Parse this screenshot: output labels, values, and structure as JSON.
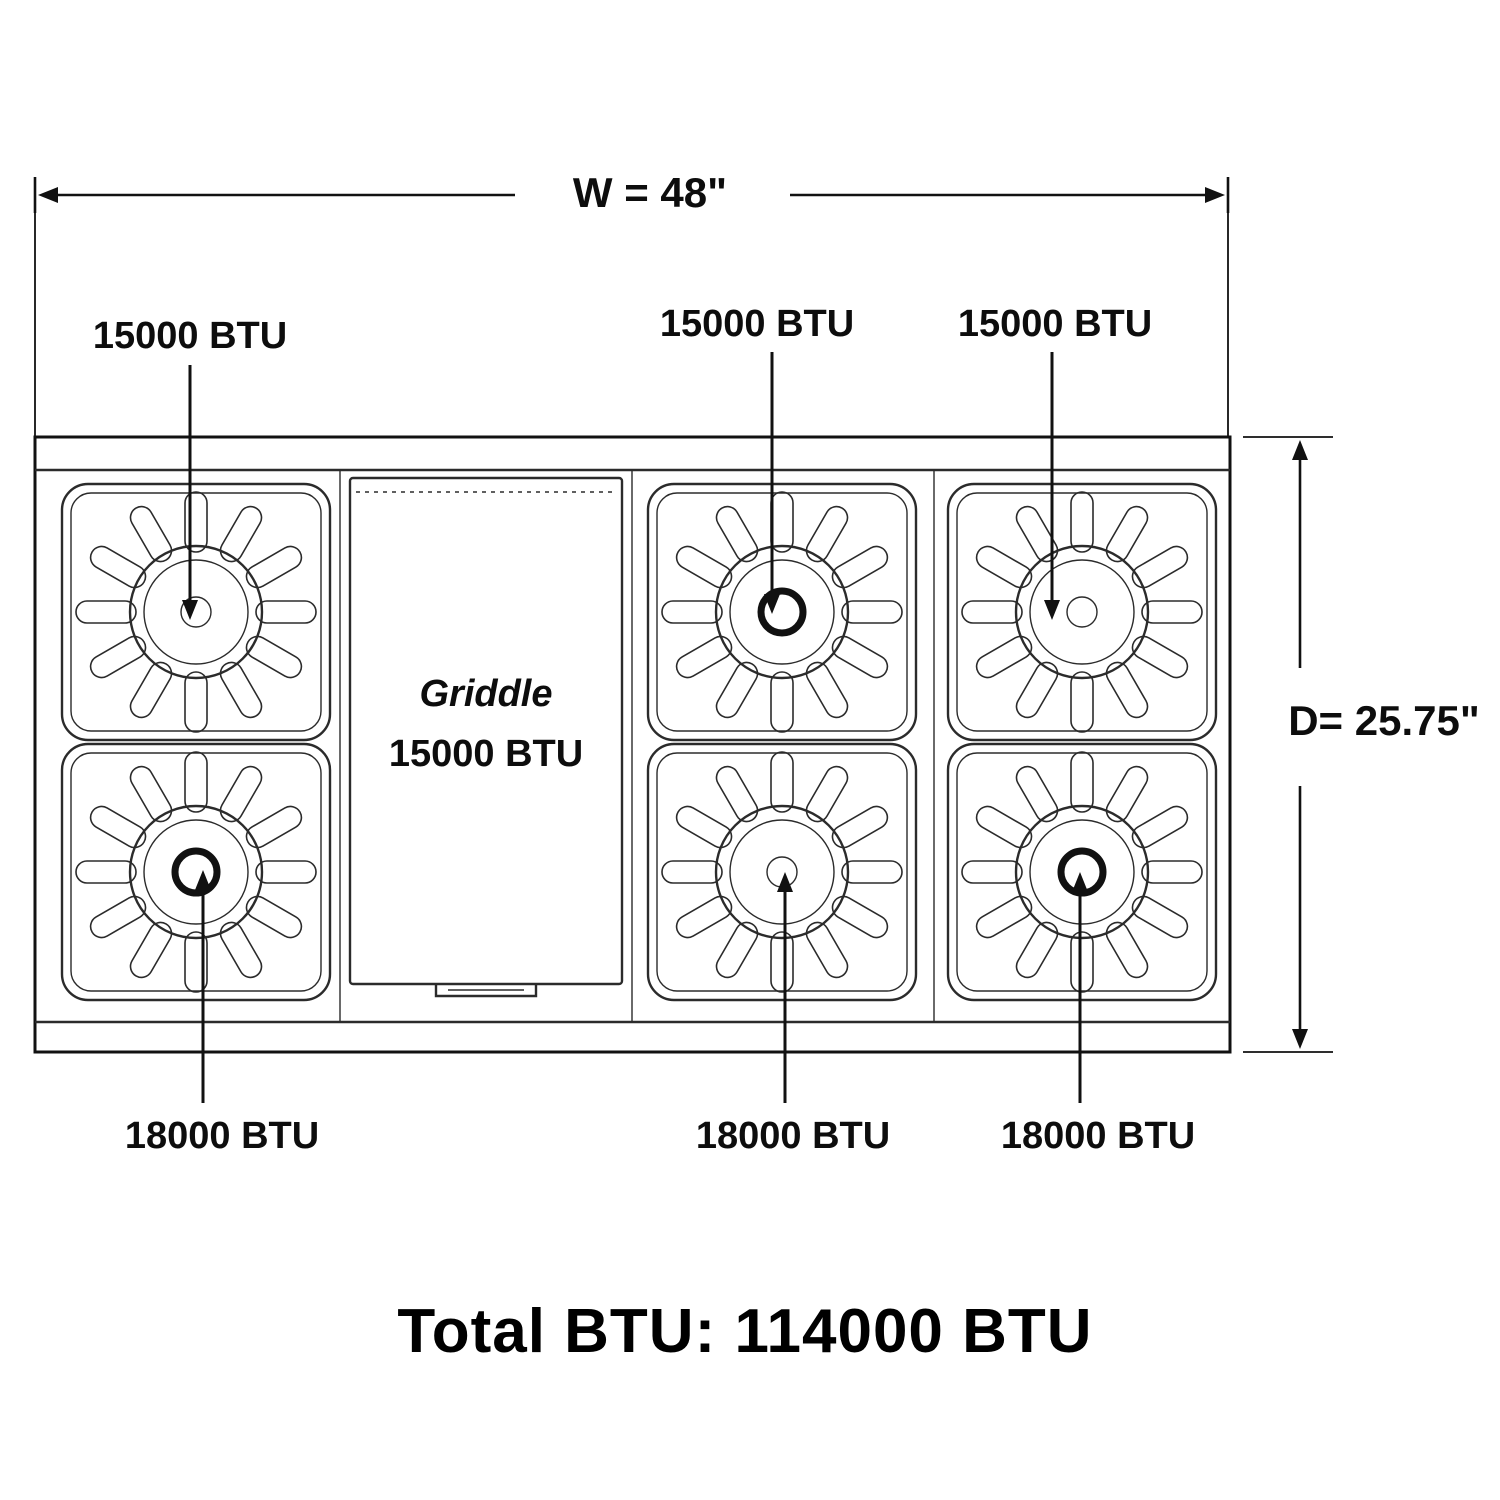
{
  "dimensions": {
    "width": "W = 48\"",
    "depth": "D= 25.75\""
  },
  "burner_labels": {
    "top": [
      "15000 BTU",
      "15000 BTU",
      "15000 BTU"
    ],
    "bottom": [
      "18000 BTU",
      "18000 BTU",
      "18000 BTU"
    ]
  },
  "griddle": {
    "label": "Griddle",
    "btu": "15000 BTU"
  },
  "total_btu": "Total BTU: 114000 BTU",
  "colors": {
    "line": "#2b2b2b",
    "text": "#0d0d0d",
    "background": "#ffffff"
  }
}
